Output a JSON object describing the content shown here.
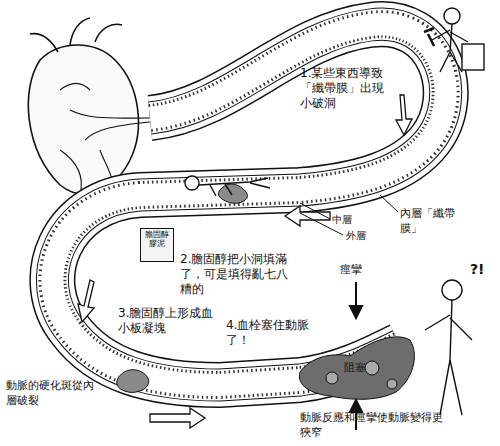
{
  "diagram": {
    "nodes": [
      {
        "text": [
          "膽固醇膠泥"
        ]
      }
    ],
    "labels": [
      "1.某些東西導致「纖帶膜」出現小破洞",
      "內層「纖帶膜」",
      "中層",
      "外層",
      "2.膽固醇把小洞填滿了，可是填得亂七八糟的",
      "3.膽固醇上形成血小板凝塊",
      "4.血栓塞住動脈了！",
      "痙攣",
      "阻塞",
      "?!",
      "動脈的硬化斑從內層破裂",
      "動脈反應和痙攣使動脈變得更狹窄"
    ]
  }
}
